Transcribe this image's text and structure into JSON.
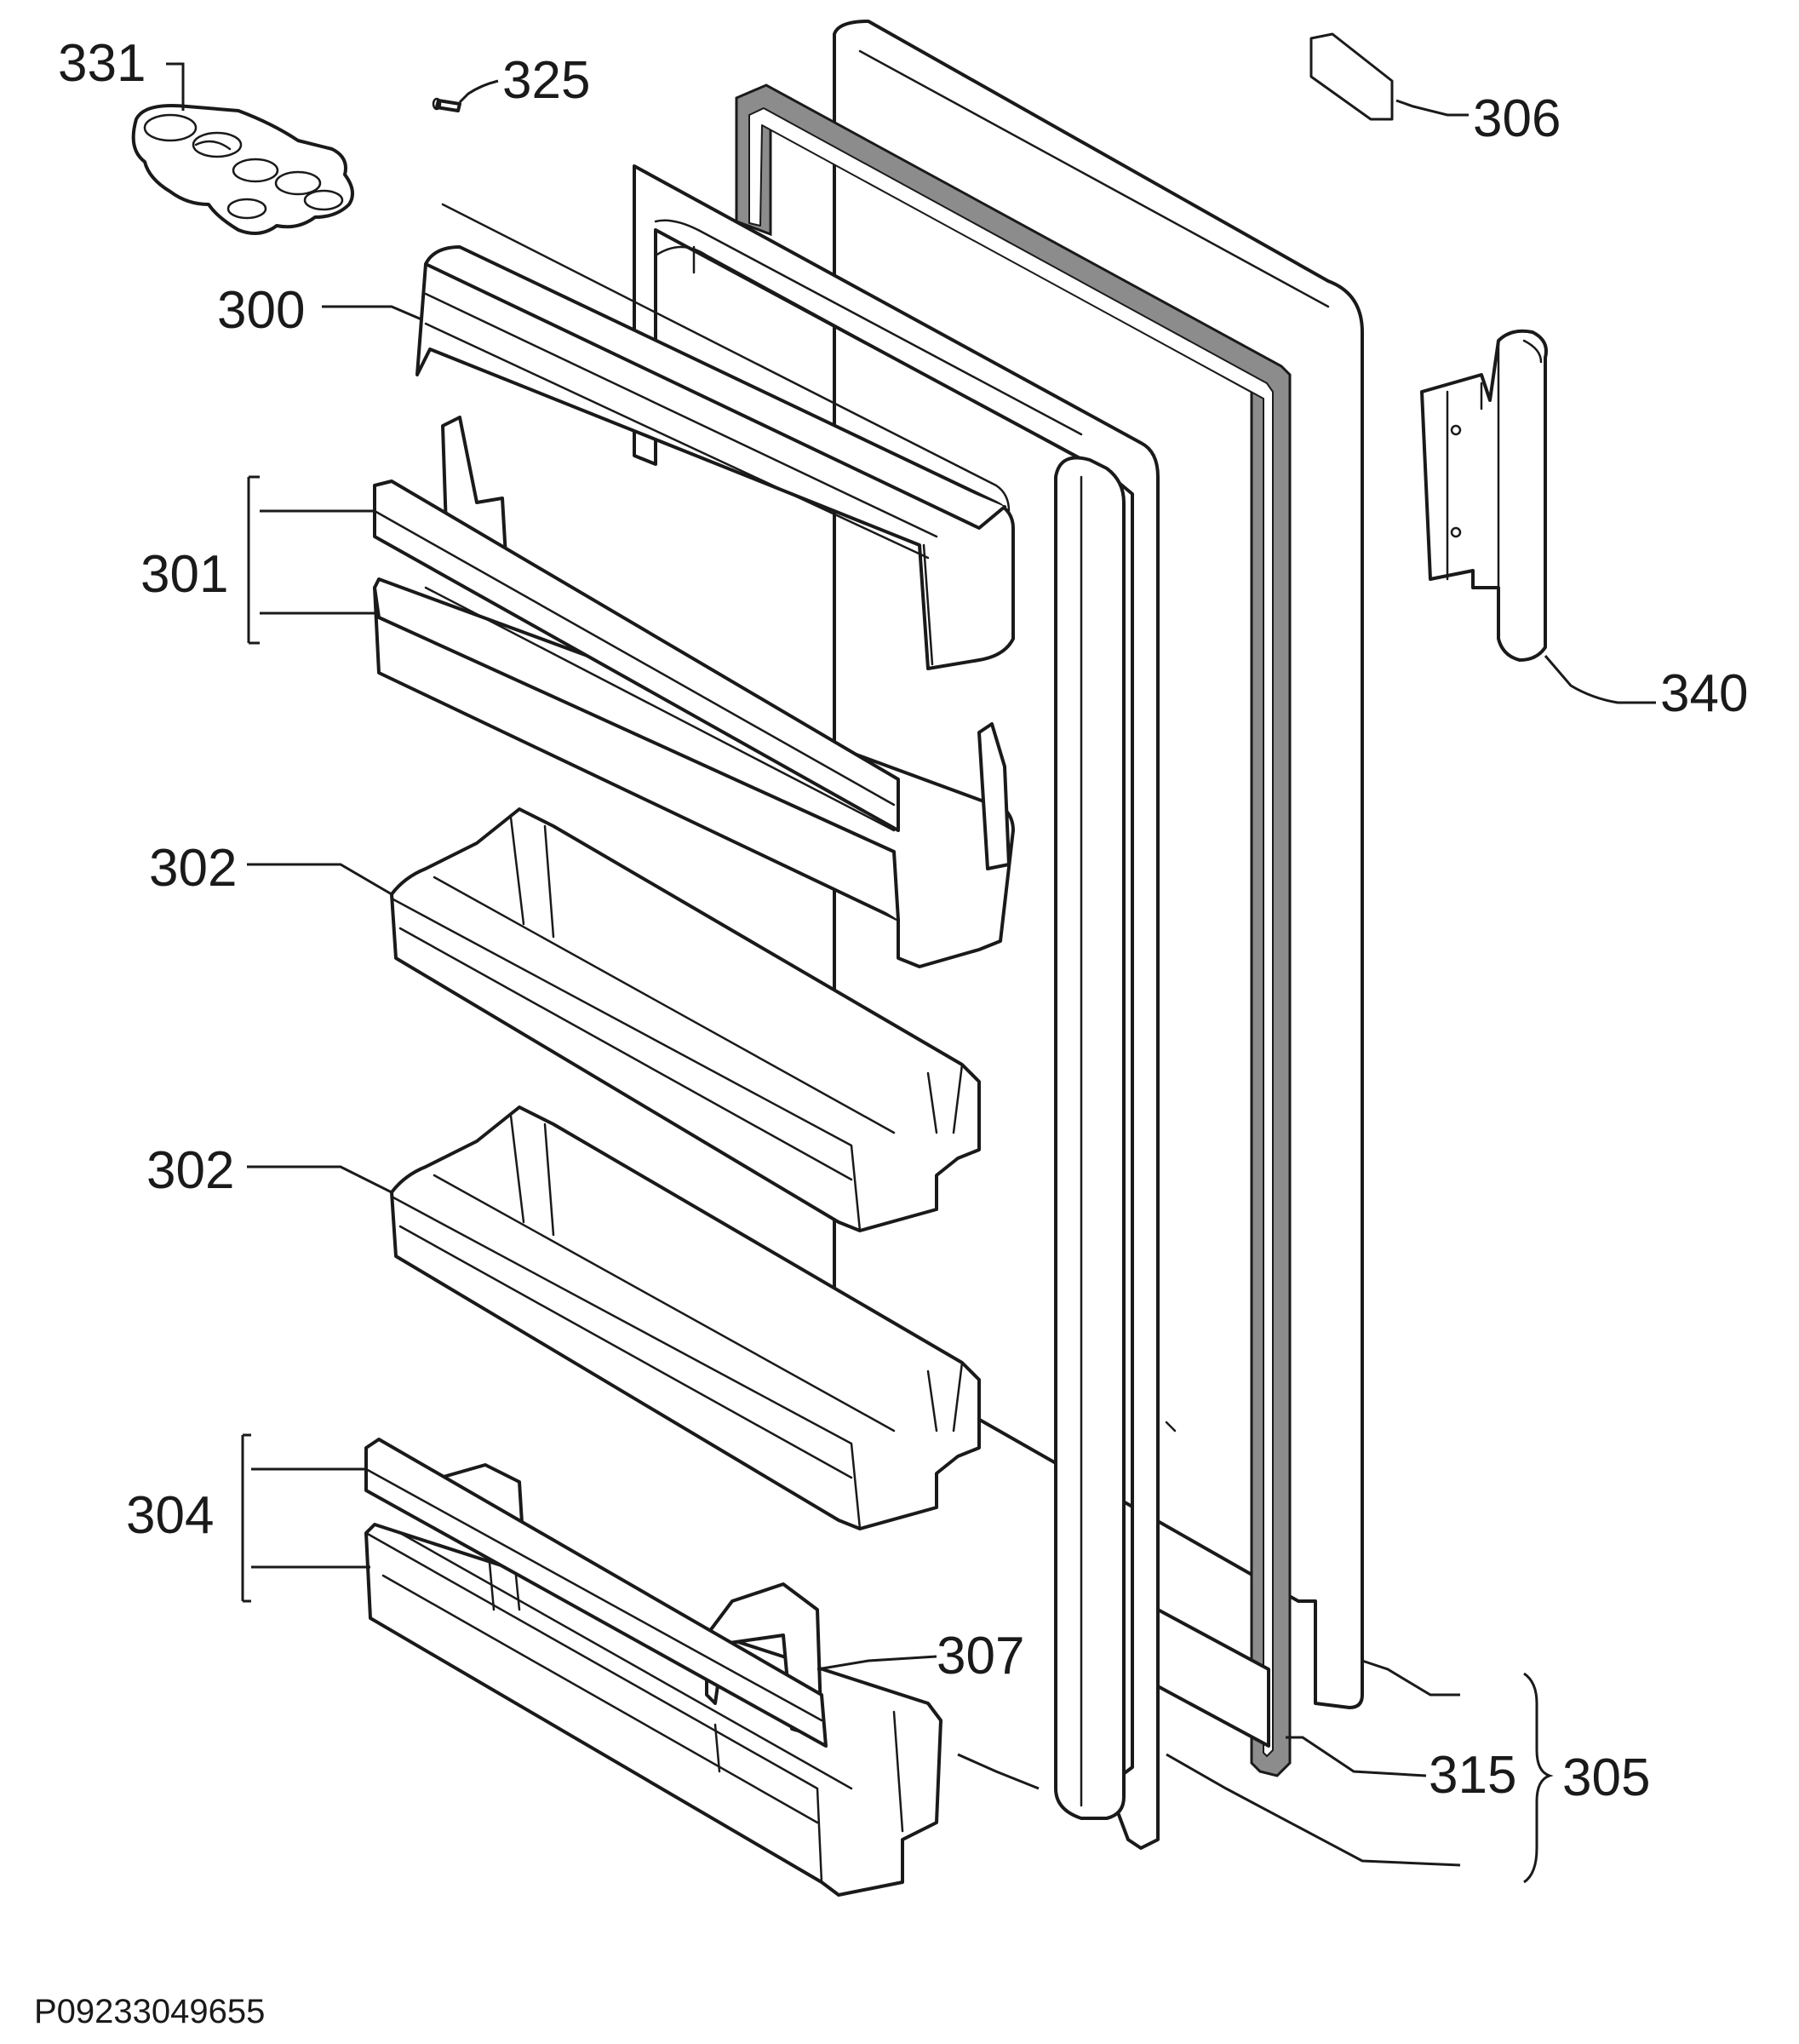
{
  "diagram": {
    "callouts": {
      "c331": "331",
      "c325": "325",
      "c306": "306",
      "c300": "300",
      "c301": "301",
      "c340": "340",
      "c302a": "302",
      "c302b": "302",
      "c304": "304",
      "c307": "307",
      "c315": "315",
      "c305": "305"
    },
    "document_id": "P09233049655"
  }
}
